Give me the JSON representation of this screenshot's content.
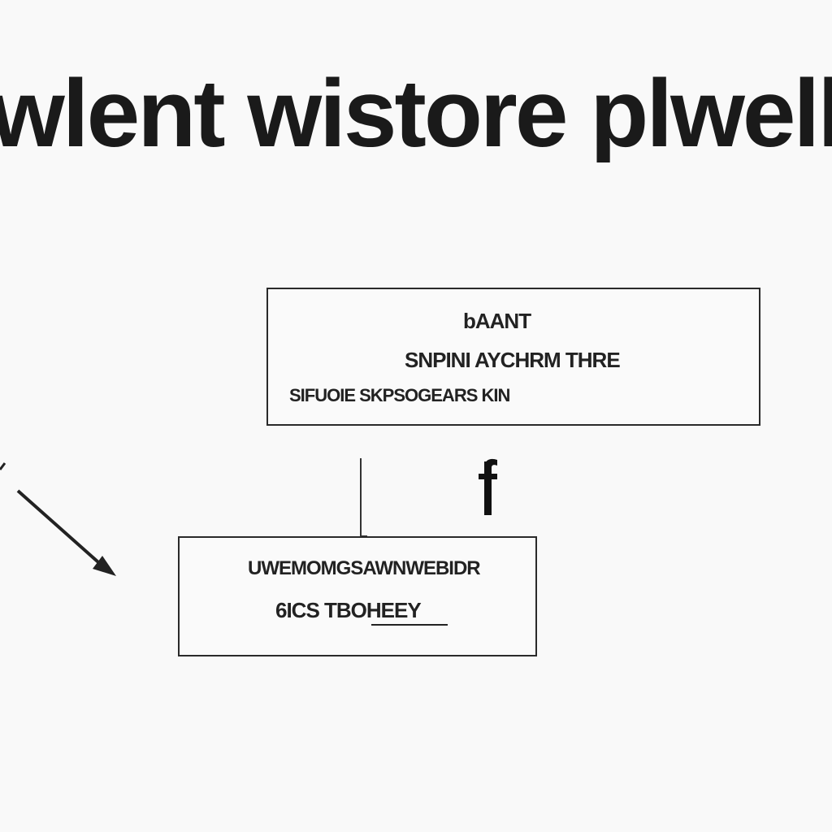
{
  "diagram": {
    "title": "wlent wistore plwell Fi",
    "top_box": {
      "line1": "bAANT",
      "line2": "SNPINI AYCHRM THRE",
      "line3": "SIFUOIE SKPSOGEARS KIN"
    },
    "bottom_box": {
      "line1": "UWEMOMGSAWNWEBIDR",
      "line2": "6ICS TBOHEEY"
    },
    "colors": {
      "background": "#f9f9f9",
      "ink": "#1a1a1a"
    }
  }
}
